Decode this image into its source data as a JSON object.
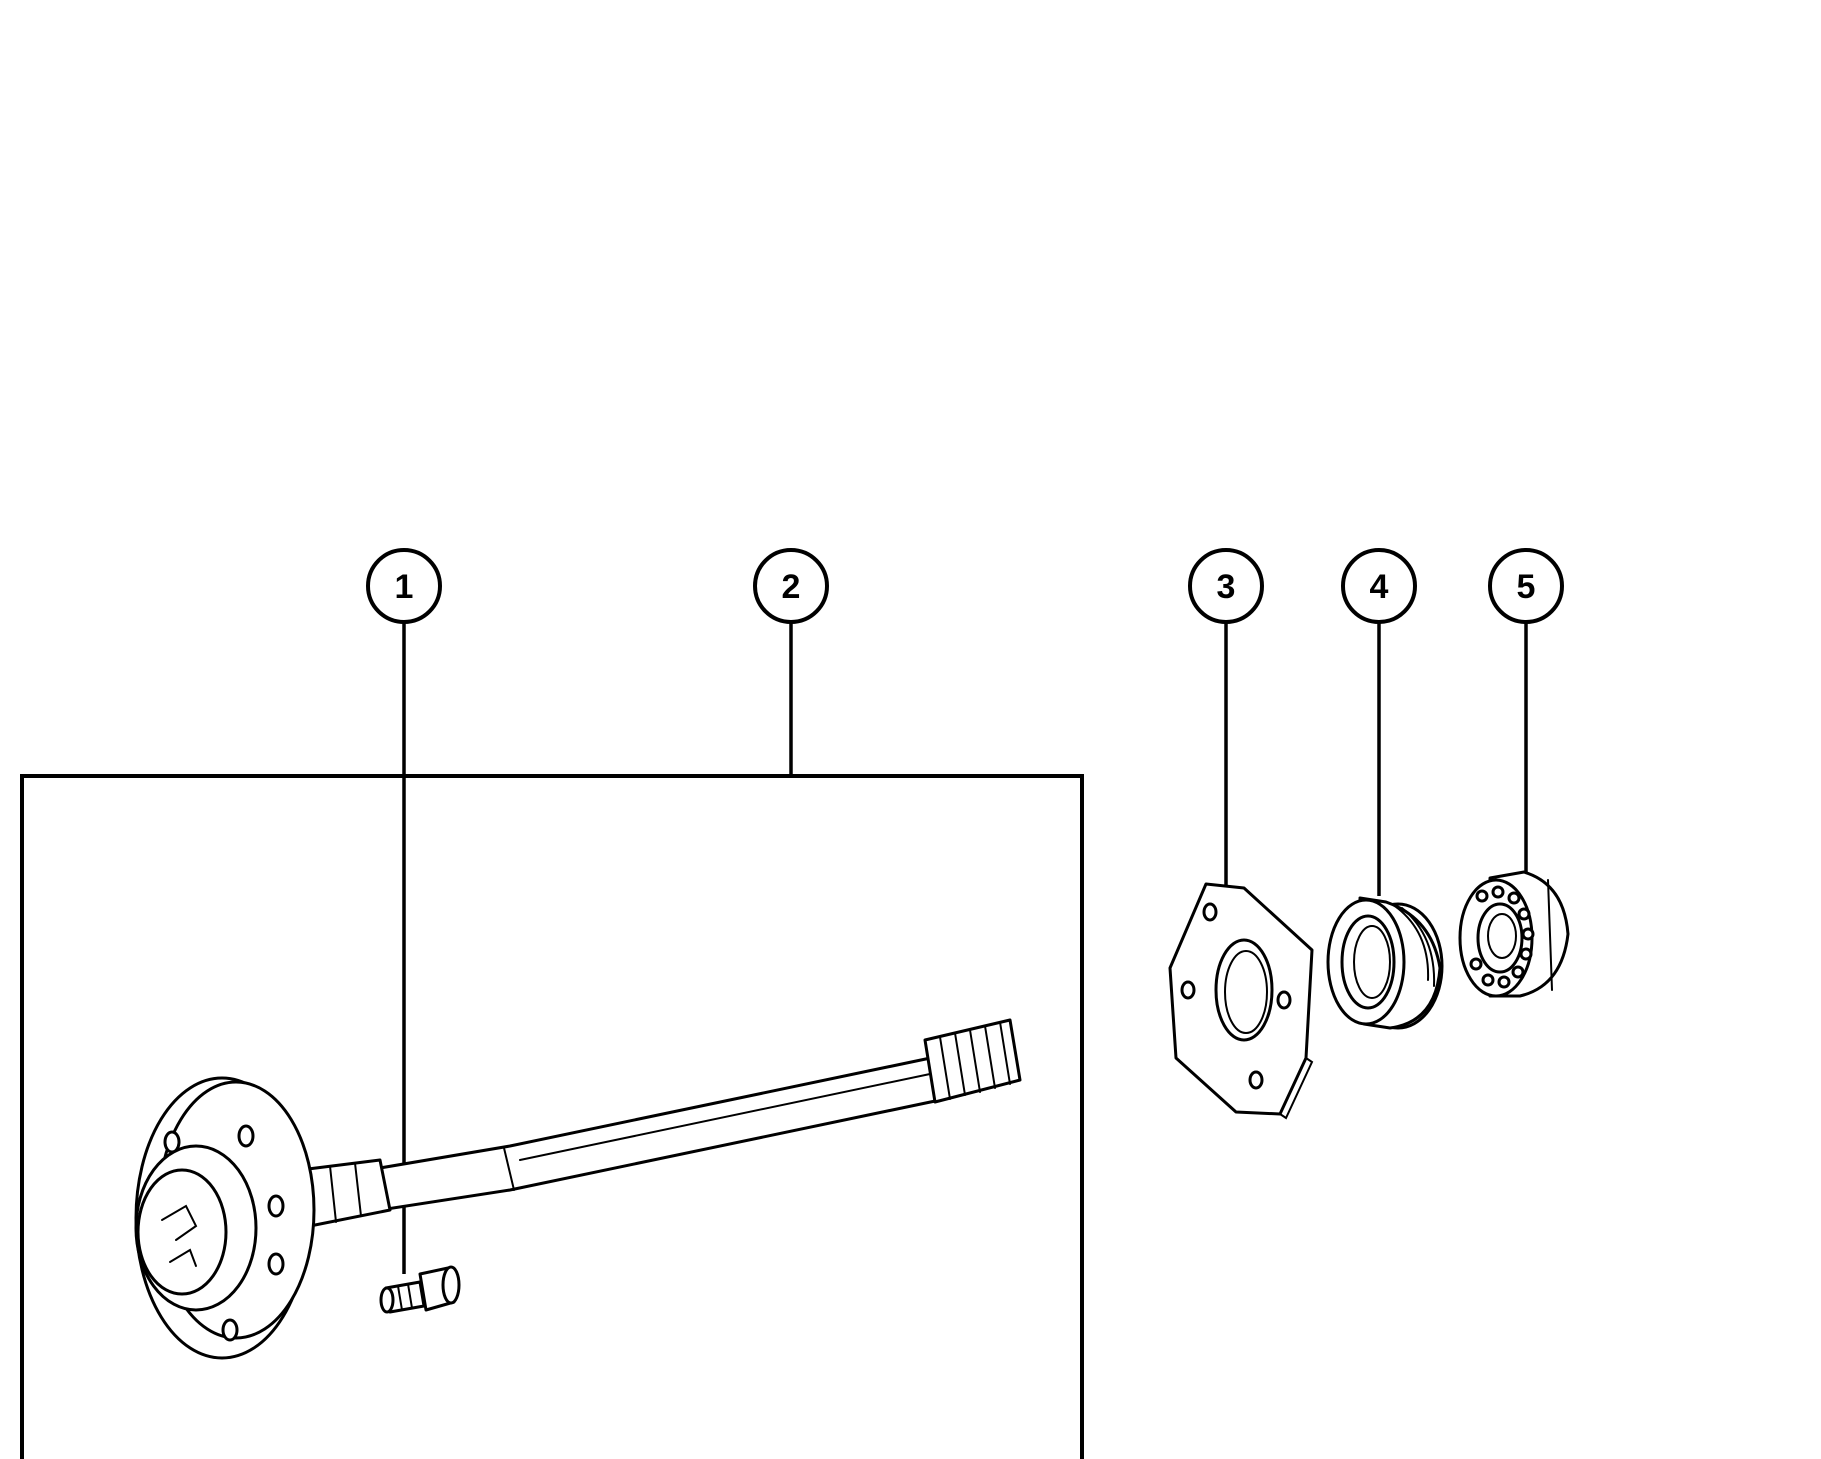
{
  "callouts": [
    {
      "id": "1",
      "label": "1",
      "part": "wheel-stud"
    },
    {
      "id": "2",
      "label": "2",
      "part": "axle-shaft"
    },
    {
      "id": "3",
      "label": "3",
      "part": "retainer-plate"
    },
    {
      "id": "4",
      "label": "4",
      "part": "oil-seal"
    },
    {
      "id": "5",
      "label": "5",
      "part": "bearing"
    }
  ],
  "colors": {
    "line": "#000000",
    "background": "#ffffff"
  }
}
